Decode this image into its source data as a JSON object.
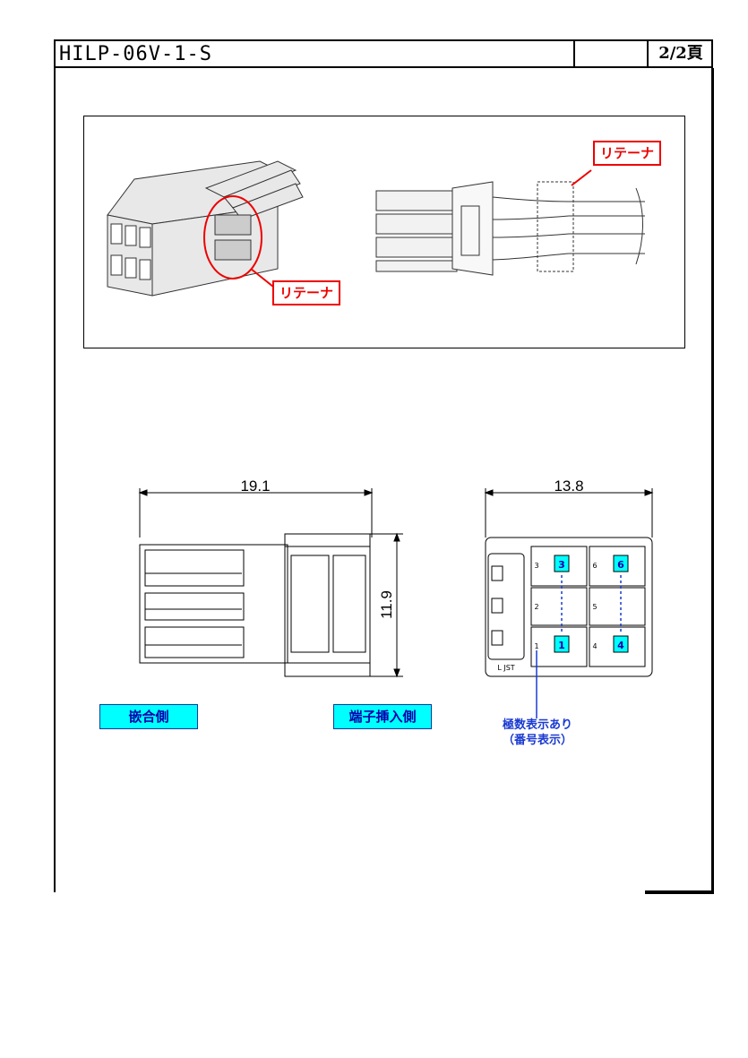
{
  "header": {
    "part_number": "HILP-06V-1-S",
    "empty_cell": "",
    "page": "2/2頁"
  },
  "top_figure": {
    "callout_left": "リテーナ",
    "callout_right": "リテーナ"
  },
  "bottom_figure": {
    "width_left": "19.1",
    "height_left": "11.9",
    "width_right": "13.8",
    "label_mating_side": "嵌合側",
    "label_insertion_side": "端子挿入側",
    "pin_numbers": [
      "3",
      "6",
      "1",
      "4"
    ],
    "small_pin_labels": [
      "3",
      "2",
      "1",
      "6",
      "5",
      "4"
    ],
    "maker_mark": "L JST",
    "note_line1": "極数表示あり",
    "note_line2": "（番号表示）"
  },
  "colors": {
    "callout": "#e00000",
    "label_bg": "#00ffff",
    "label_text": "#0000aa",
    "note": "#1a3ad0"
  }
}
